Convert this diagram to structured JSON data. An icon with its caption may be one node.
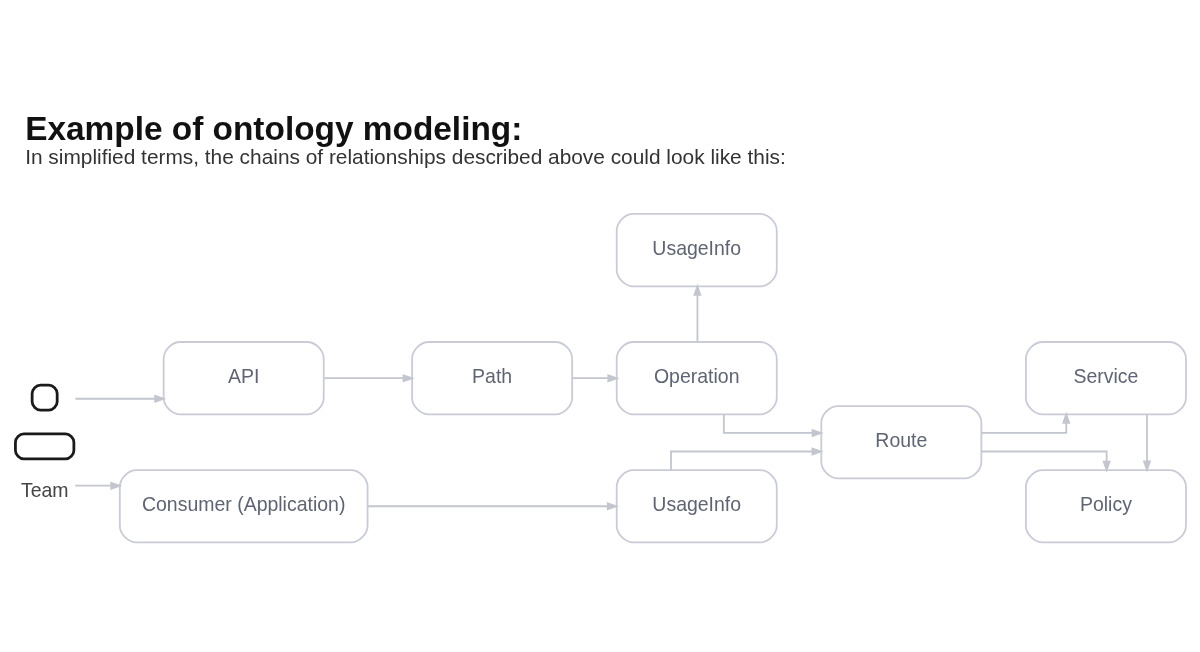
{
  "diagram": {
    "title": "Example of ontology modeling:",
    "caption": "In simplified terms, the chains of relationships described above could look like this:",
    "nodes": [
      {
        "text": [
          "UsageInfo"
        ]
      },
      {
        "text": [],
        "shape": "person",
        "beside": [
          "Team"
        ]
      },
      {
        "text": [
          "API"
        ]
      },
      {
        "text": [
          "Path"
        ]
      },
      {
        "text": [
          "Operation"
        ]
      },
      {
        "text": [
          "Route"
        ]
      },
      {
        "text": [
          "Service"
        ]
      },
      {
        "text": [
          "Consumer (Application)"
        ]
      },
      {
        "text": [
          "UsageInfo"
        ]
      },
      {
        "text": [
          "Policy"
        ]
      }
    ],
    "edges": [
      {
        "from": 1,
        "to": 2,
        "arrow": "to"
      },
      {
        "from": 1,
        "to": 7,
        "arrow": "to"
      },
      {
        "from": 2,
        "to": 3,
        "arrow": "to"
      },
      {
        "from": 3,
        "to": 4,
        "arrow": "to"
      },
      {
        "from": 4,
        "to": 0,
        "arrow": "to"
      },
      {
        "from": 4,
        "to": 5,
        "arrow": "to"
      },
      {
        "from": 7,
        "to": 8,
        "arrow": "to"
      },
      {
        "from": 8,
        "to": 5,
        "arrow": "to"
      },
      {
        "from": 5,
        "to": 6,
        "arrow": "to"
      },
      {
        "from": 5,
        "to": 9,
        "arrow": "to"
      },
      {
        "from": 6,
        "to": 9,
        "arrow": "to"
      }
    ]
  }
}
